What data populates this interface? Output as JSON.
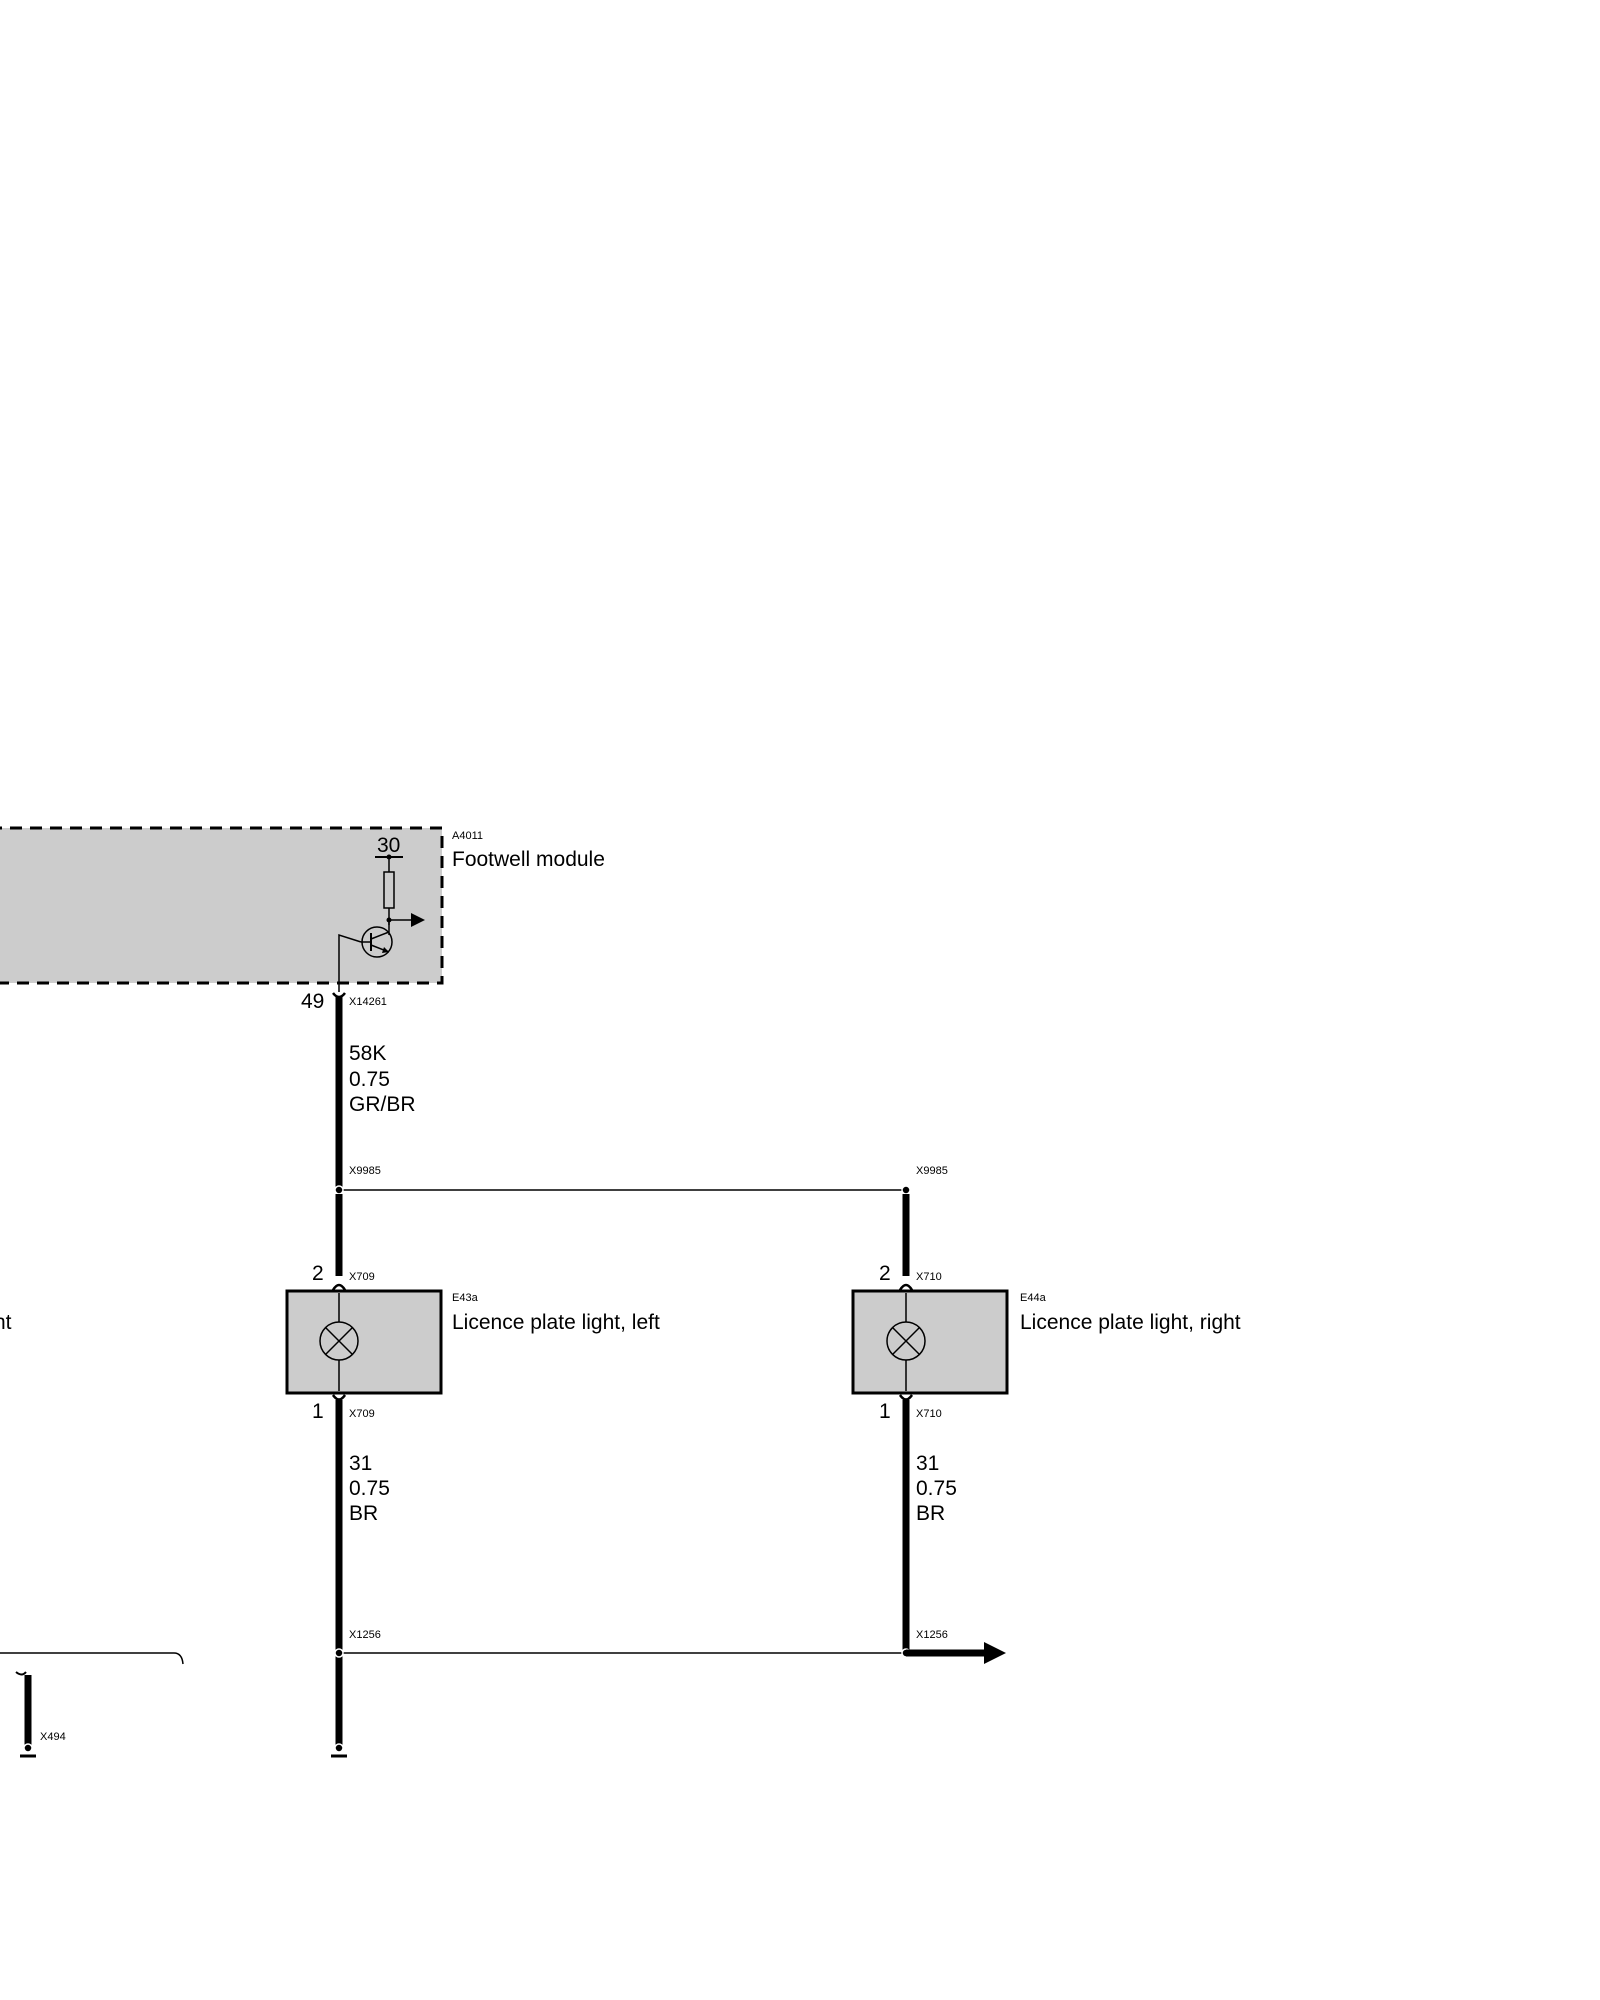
{
  "diagram": {
    "colors": {
      "background": "#ffffff",
      "wire": "#000000",
      "module_fill": "#cccccc",
      "outline": "#000000"
    },
    "footwell_module": {
      "ref": "A4011",
      "name": "Footwell module",
      "supply_terminal": "30",
      "pin": "49",
      "connector": "X14261"
    },
    "wire_58k": {
      "circuit": "58K",
      "gauge": "0.75",
      "color": "GR/BR"
    },
    "splice_top_left": "X9985",
    "splice_top_right": "X9985",
    "lamp_left": {
      "ref": "E43a",
      "name": "Licence plate light, left",
      "pin_top": "2",
      "connector_top": "X709",
      "pin_bottom": "1",
      "connector_bottom": "X709"
    },
    "lamp_right": {
      "ref": "E44a",
      "name": "Licence plate light, right",
      "pin_top": "2",
      "connector_top": "X710",
      "pin_bottom": "1",
      "connector_bottom": "X710"
    },
    "ground_wire_left": {
      "circuit": "31",
      "gauge": "0.75",
      "color": "BR"
    },
    "ground_wire_right": {
      "circuit": "31",
      "gauge": "0.75",
      "color": "BR"
    },
    "ground_splice_left": "X1256",
    "ground_splice_right": "X1256",
    "partial_label_fragment": "nt",
    "ground_point": "X494",
    "icons": [
      "transistor-icon",
      "resistor-icon",
      "lamp-icon",
      "arrow-right-icon",
      "connector-icon",
      "ground-icon"
    ]
  }
}
